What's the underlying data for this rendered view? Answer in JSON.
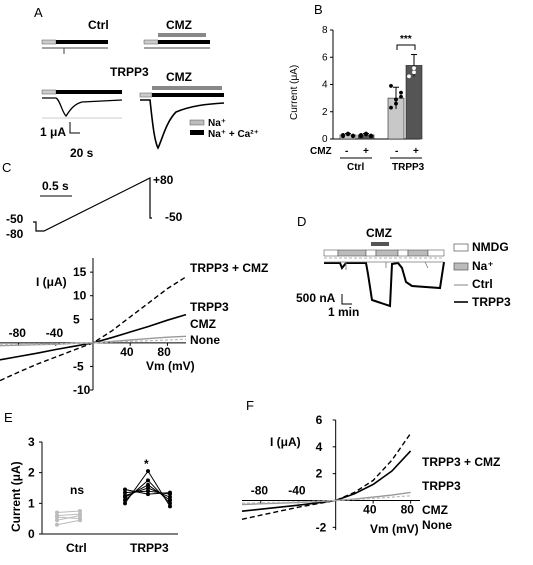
{
  "panel_labels": {
    "a": "A",
    "b": "B",
    "c": "C",
    "d": "D",
    "e": "E",
    "f": "F"
  },
  "panel_a": {
    "ctrl_label": "Ctrl",
    "cmz_label_top": "CMZ",
    "trpp3_label": "TRPP3",
    "cmz_label_bottom": "CMZ",
    "scale_current": "1 μA",
    "scale_time": "20 s",
    "legend_na": "Na⁺",
    "legend_na_ca": "Na⁺ + Ca²⁺",
    "colors": {
      "na": "#bdbdbd",
      "na_ca": "#000000"
    }
  },
  "panel_b": {
    "ylabel": "Current (μA)",
    "yticks": [
      "0",
      "2",
      "4",
      "6",
      "8"
    ],
    "significance": "***",
    "cmz_row_label": "CMZ",
    "signs": [
      "-",
      "+",
      "-",
      "+"
    ],
    "group_labels": [
      "Ctrl",
      "TRPP3"
    ],
    "colors": {
      "minus": "#c8c8c8",
      "plus": "#555555"
    }
  },
  "panel_c_protocol": {
    "time_scale": "0.5 s",
    "v_top": "+80",
    "v_left_hold": "-50",
    "v_left_step": "-80",
    "v_right": "-50"
  },
  "panel_d": {
    "title": "CMZ",
    "legend_nmdg": "NMDG",
    "legend_na": "Na⁺",
    "legend_ctrl": "Ctrl",
    "legend_trpp3": "TRPP3",
    "scale_current": "500 nA",
    "scale_time": "1 min"
  },
  "panel_e": {
    "ylabel": "Current (μA)",
    "yticks": [
      "0",
      "1",
      "2",
      "3"
    ],
    "ns": "ns",
    "star": "*",
    "group_labels": [
      "Ctrl",
      "TRPP3"
    ]
  },
  "chart_data": [
    {
      "type": "bar",
      "panel": "B",
      "title": "",
      "xlabel": "",
      "ylabel": "Current (μA)",
      "ylim": [
        0,
        8
      ],
      "categories": [
        "Ctrl CMZ -",
        "Ctrl CMZ +",
        "TRPP3 CMZ -",
        "TRPP3 CMZ +"
      ],
      "values": [
        0.3,
        0.3,
        3.0,
        5.4
      ],
      "errors": [
        0.1,
        0.1,
        0.8,
        0.8
      ]
    },
    {
      "type": "line",
      "panel": "C",
      "title": "",
      "xlabel": "Vm (mV)",
      "ylabel": "I (μA)",
      "xlim": [
        -100,
        100
      ],
      "ylim": [
        -10,
        18
      ],
      "xticks": [
        "-80",
        "-40",
        "40",
        "80"
      ],
      "yticks": [
        "15",
        "10",
        "5",
        "-5",
        "-10"
      ],
      "x": [
        -100,
        -80,
        -60,
        -40,
        -20,
        0,
        20,
        40,
        60,
        80,
        100
      ],
      "series": [
        {
          "name": "TRPP3 + CMZ",
          "values": [
            -8.0,
            -6.2,
            -4.5,
            -3.0,
            -1.5,
            0,
            2.5,
            5.5,
            8.5,
            11.5,
            14.0
          ]
        },
        {
          "name": "TRPP3",
          "values": [
            -3.6,
            -2.9,
            -2.2,
            -1.4,
            -0.7,
            0,
            1.1,
            2.3,
            3.5,
            4.8,
            6.0
          ]
        },
        {
          "name": "CMZ",
          "values": [
            -0.6,
            -0.5,
            -0.4,
            -0.3,
            -0.1,
            0,
            0.3,
            0.6,
            0.9,
            1.2,
            1.4
          ]
        },
        {
          "name": "None",
          "values": [
            -0.4,
            -0.35,
            -0.3,
            -0.2,
            -0.1,
            0,
            0.15,
            0.3,
            0.45,
            0.6,
            0.75
          ]
        }
      ]
    },
    {
      "type": "scatter",
      "panel": "E",
      "title": "",
      "xlabel": "",
      "ylabel": "Current (μA)",
      "ylim": [
        0,
        3
      ],
      "groups": [
        {
          "name": "Ctrl",
          "before": [
            0.55,
            0.6,
            0.45,
            0.3,
            0.7
          ],
          "after": [
            0.5,
            0.65,
            0.6,
            0.45,
            0.75
          ]
        },
        {
          "name": "TRPP3",
          "before": [
            1.0,
            1.1,
            1.2,
            1.25,
            1.35,
            1.45
          ],
          "after": [
            2.05,
            1.75,
            1.6,
            1.5,
            1.4,
            1.3
          ]
        },
        {
          "name": "TRPP3",
          "after2": [
            0.9,
            1.0,
            1.1,
            1.2,
            1.3,
            1.35
          ]
        }
      ]
    },
    {
      "type": "line",
      "panel": "F",
      "title": "",
      "xlabel": "Vm (mV)",
      "ylabel": "I (μA)",
      "xlim": [
        -100,
        90
      ],
      "ylim": [
        -2.2,
        6
      ],
      "xticks": [
        "-80",
        "-40",
        "40",
        "80"
      ],
      "yticks": [
        "6",
        "4",
        "2",
        "-2"
      ],
      "x": [
        -100,
        -80,
        -60,
        -40,
        -20,
        0,
        20,
        40,
        60,
        80
      ],
      "series": [
        {
          "name": "TRPP3 + CMZ",
          "values": [
            -1.4,
            -1.1,
            -0.8,
            -0.5,
            -0.25,
            0,
            0.6,
            1.5,
            3.0,
            5.0
          ]
        },
        {
          "name": "TRPP3",
          "values": [
            -0.8,
            -0.65,
            -0.5,
            -0.35,
            -0.18,
            0,
            0.5,
            1.2,
            2.2,
            3.7
          ]
        },
        {
          "name": "CMZ",
          "values": [
            -0.3,
            -0.25,
            -0.2,
            -0.15,
            -0.08,
            0,
            0.1,
            0.25,
            0.4,
            0.6
          ]
        },
        {
          "name": "None",
          "values": [
            -0.2,
            -0.17,
            -0.14,
            -0.1,
            -0.05,
            0,
            0.07,
            0.15,
            0.25,
            0.35
          ]
        }
      ]
    }
  ]
}
